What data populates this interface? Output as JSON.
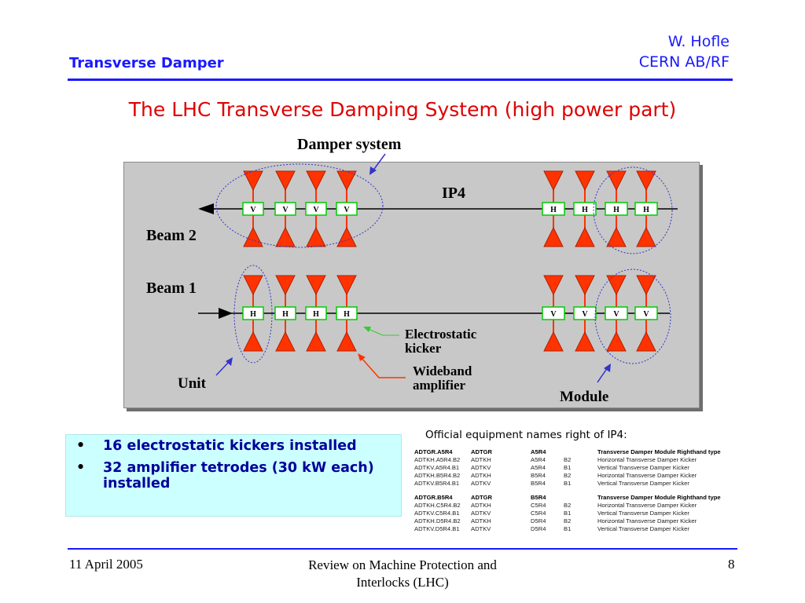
{
  "header": {
    "author": "W. Hofle",
    "affiliation": "CERN AB/RF",
    "topic": "Transverse Damper"
  },
  "slide_title": "The LHC Transverse Damping System (high power part)",
  "diagram": {
    "damper_system_label": "Damper system",
    "ip_label": "IP4",
    "beam2_label": "Beam 2",
    "beam1_label": "Beam 1",
    "unit_label": "Unit",
    "module_label": "Module",
    "kicker_label_line1": "Electrostatic",
    "kicker_label_line2": "kicker",
    "amp_label_line1": "Wideband",
    "amp_label_line2": "amplifier",
    "beam2_left_kickers": [
      "V",
      "V",
      "V",
      "V"
    ],
    "beam2_right_kickers": [
      "H",
      "H",
      "H",
      "H"
    ],
    "beam1_left_kickers": [
      "H",
      "H",
      "H",
      "H"
    ],
    "beam1_right_kickers": [
      "V",
      "V",
      "V",
      "V"
    ],
    "colors": {
      "amplifier": "#ff3300",
      "kicker_border": "#00cc00",
      "annotation": "#3333cc",
      "panel": "#c8c8c8"
    }
  },
  "bullets": [
    "16 electrostatic kickers installed",
    "32 amplifier tetrodes (30 kW each) installed"
  ],
  "equipment": {
    "caption": "Official equipment names right of IP4:",
    "groups": [
      {
        "header": [
          "ADTGR.A5R4",
          "ADTGR",
          "A5R4",
          "",
          "Transverse Damper Module Righthand type"
        ],
        "rows": [
          [
            "ADTKH.A5R4.B2",
            "ADTKH",
            "A5R4",
            "B2",
            "Horizontal Transverse Damper Kicker"
          ],
          [
            "ADTKV.A5R4.B1",
            "ADTKV",
            "A5R4",
            "B1",
            "Vertical Transverse Damper Kicker"
          ],
          [
            "ADTKH.B5R4.B2",
            "ADTKH",
            "B5R4",
            "B2",
            "Horizontal Transverse Damper Kicker"
          ],
          [
            "ADTKV.B5R4.B1",
            "ADTKV",
            "B5R4",
            "B1",
            "Vertical Transverse Damper Kicker"
          ]
        ]
      },
      {
        "header": [
          "ADTGR.B5R4",
          "ADTGR",
          "B5R4",
          "",
          "Transverse Damper Module Righthand type"
        ],
        "rows": [
          [
            "ADTKH.C5R4.B2",
            "ADTKH",
            "C5R4",
            "B2",
            "Horizontal Transverse Damper Kicker"
          ],
          [
            "ADTKV.C5R4.B1",
            "ADTKV",
            "C5R4",
            "B1",
            "Vertical Transverse Damper Kicker"
          ],
          [
            "ADTKH.D5R4.B2",
            "ADTKH",
            "D5R4",
            "B2",
            "Horizontal Transverse Damper Kicker"
          ],
          [
            "ADTKV.D5R4.B1",
            "ADTKV",
            "D5R4",
            "B1",
            "Vertical Transverse Damper Kicker"
          ]
        ]
      }
    ]
  },
  "footer": {
    "date": "11 April 2005",
    "title": "Review on Machine Protection and Interlocks (LHC)",
    "page": "8"
  }
}
